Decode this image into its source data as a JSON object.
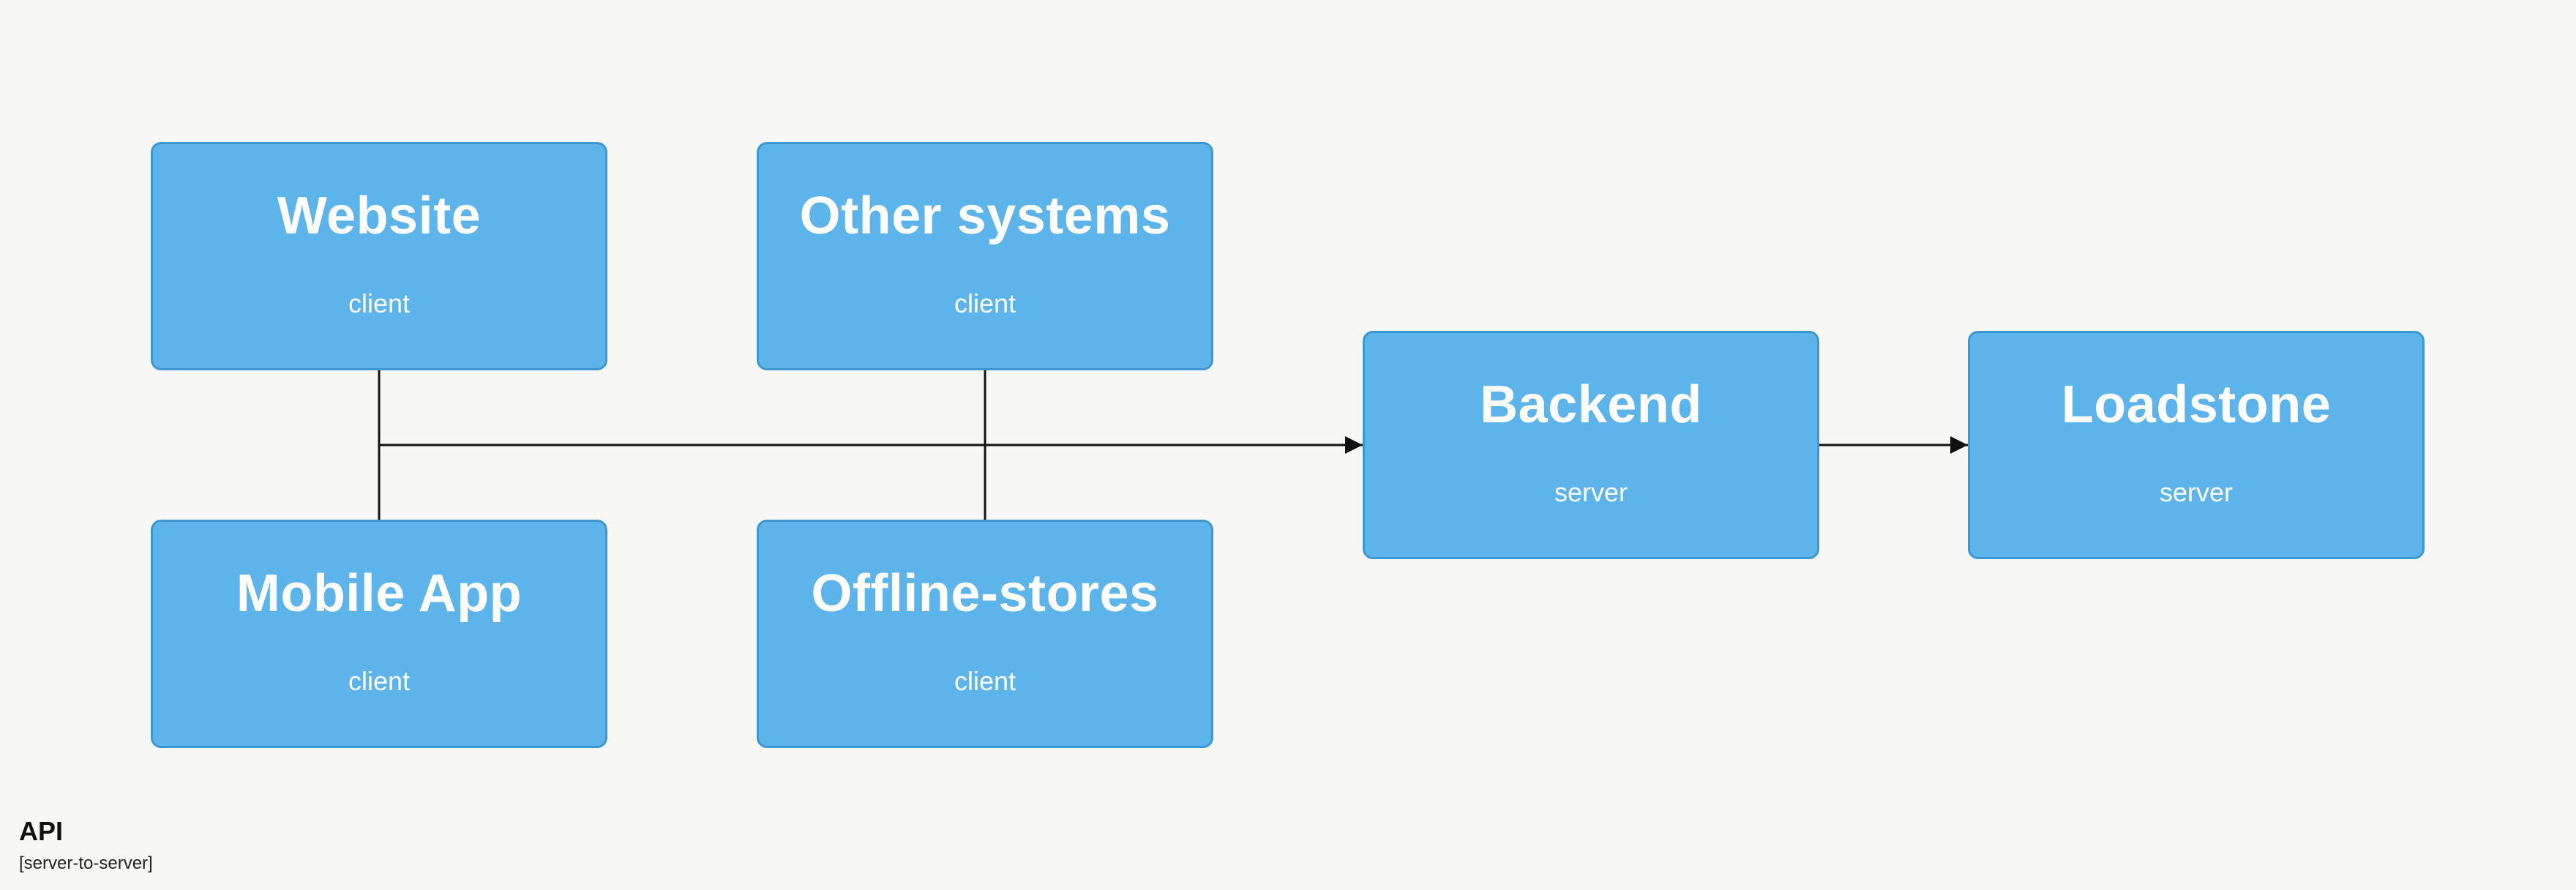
{
  "diagram": {
    "nodes": [
      {
        "id": "website",
        "label": "Website",
        "type": "client"
      },
      {
        "id": "other-systems",
        "label": "Other systems",
        "type": "client"
      },
      {
        "id": "mobile-app",
        "label": "Mobile App",
        "type": "client"
      },
      {
        "id": "offline-stores",
        "label": "Offline-stores",
        "type": "client"
      },
      {
        "id": "backend",
        "label": "Backend",
        "type": "server"
      },
      {
        "id": "loadstone",
        "label": "Loadstone",
        "type": "server"
      }
    ],
    "edges": [
      {
        "from": "website",
        "to": "backend"
      },
      {
        "from": "mobile-app",
        "to": "backend"
      },
      {
        "from": "other-systems",
        "to": "backend"
      },
      {
        "from": "offline-stores",
        "to": "backend"
      },
      {
        "from": "backend",
        "to": "loadstone"
      }
    ],
    "colors": {
      "node_fill": "#5db4eb",
      "node_border": "#3d97d1",
      "node_text": "#ffffff",
      "connector": "#111111",
      "background": "#f7f7f5"
    }
  },
  "footer": {
    "title": "API",
    "subtitle": "[server-to-server]"
  }
}
